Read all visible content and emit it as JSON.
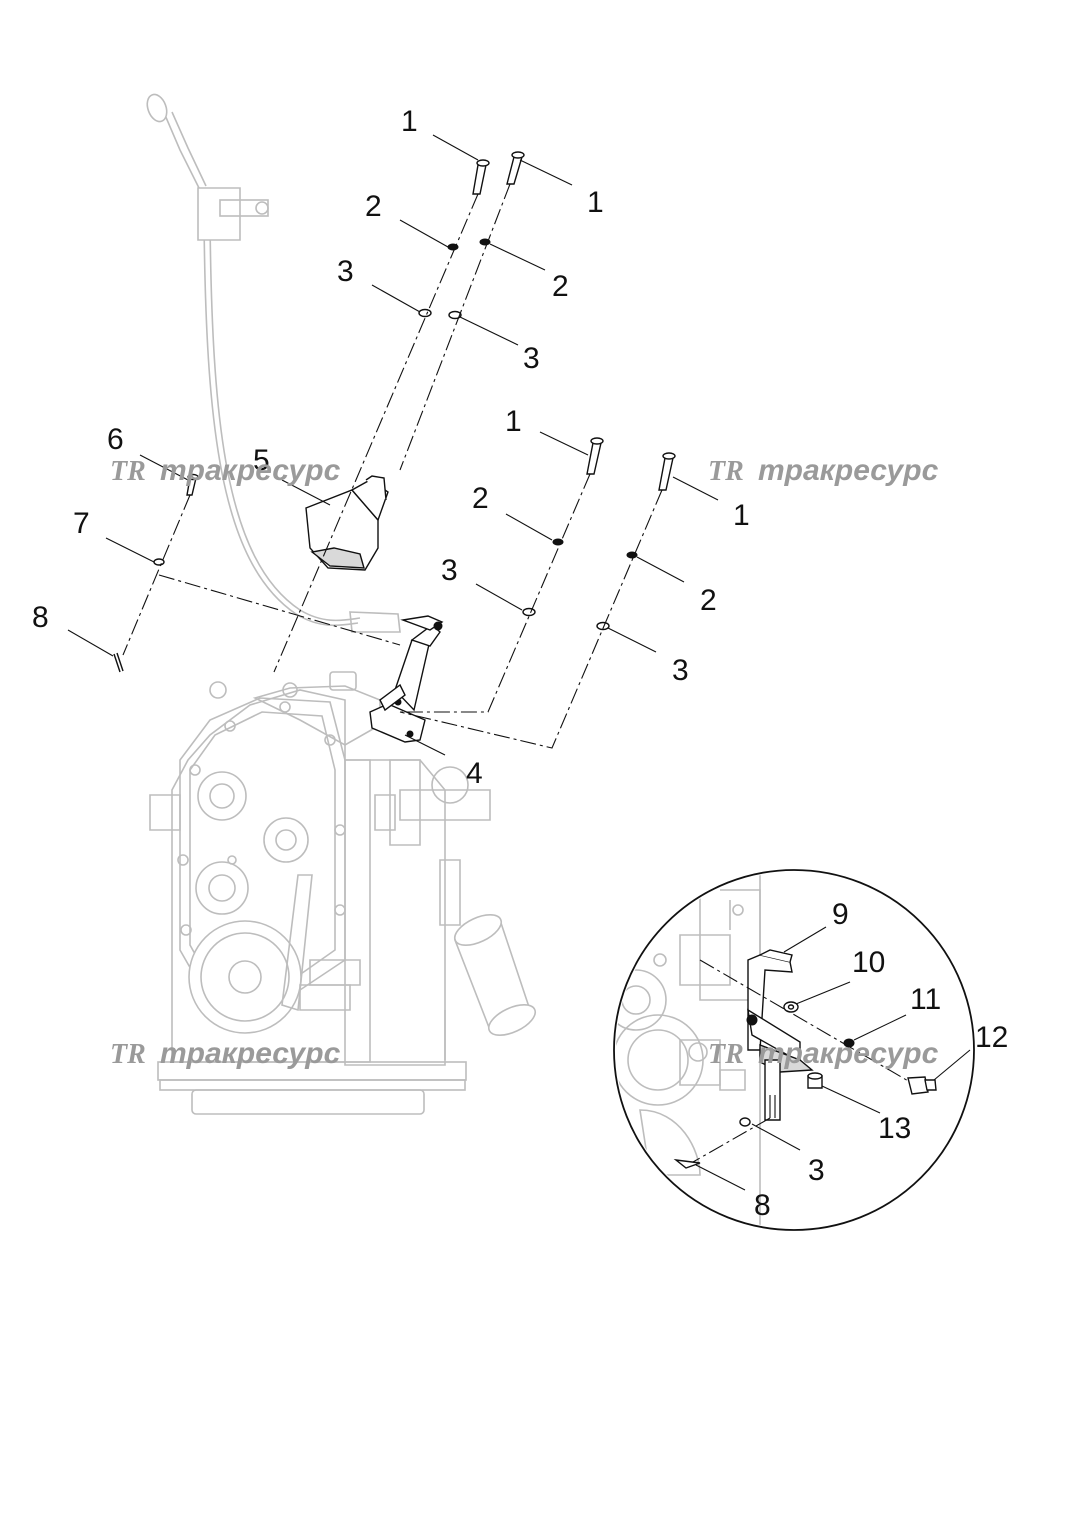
{
  "callouts": [
    {
      "id": "c1a",
      "text": "1"
    },
    {
      "id": "c1b",
      "text": "1"
    },
    {
      "id": "c2a",
      "text": "2"
    },
    {
      "id": "c2b",
      "text": "2"
    },
    {
      "id": "c3a",
      "text": "3"
    },
    {
      "id": "c3b",
      "text": "3"
    },
    {
      "id": "c1c",
      "text": "1"
    },
    {
      "id": "c1d",
      "text": "1"
    },
    {
      "id": "c2c",
      "text": "2"
    },
    {
      "id": "c2d",
      "text": "2"
    },
    {
      "id": "c3c",
      "text": "3"
    },
    {
      "id": "c3d",
      "text": "3"
    },
    {
      "id": "c4",
      "text": "4"
    },
    {
      "id": "c5",
      "text": "5"
    },
    {
      "id": "c6",
      "text": "6"
    },
    {
      "id": "c7",
      "text": "7"
    },
    {
      "id": "c8a",
      "text": "8"
    },
    {
      "id": "c9",
      "text": "9"
    },
    {
      "id": "c10",
      "text": "10"
    },
    {
      "id": "c11",
      "text": "11"
    },
    {
      "id": "c12",
      "text": "12"
    },
    {
      "id": "c13",
      "text": "13"
    },
    {
      "id": "c3e",
      "text": "3"
    },
    {
      "id": "c8b",
      "text": "8"
    }
  ],
  "watermark": {
    "logo": "TR",
    "text": "тракресурс"
  },
  "colors": {
    "ink": "#111111",
    "ghost": "#bdbdbd",
    "watermark": "#9a9a9a"
  }
}
